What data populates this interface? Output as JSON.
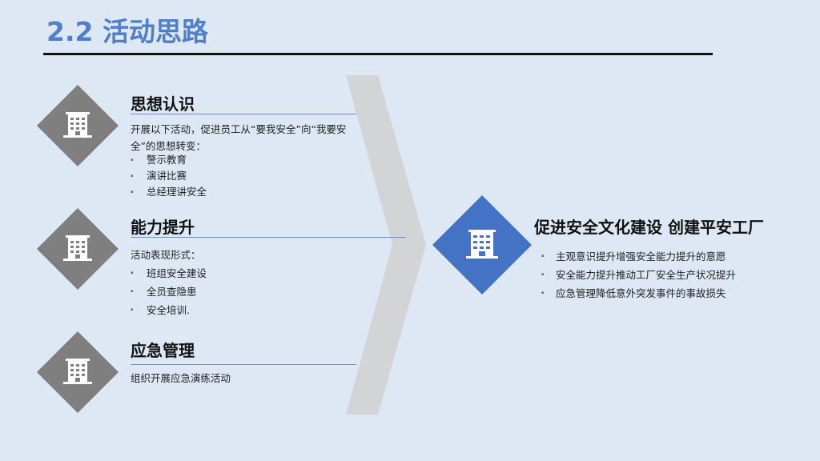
{
  "slide": {
    "title": "2.2 活动思路",
    "colors": {
      "background": "#dde8f4",
      "accent_blue": "#4472c4",
      "title_blue": "#4f7fc8",
      "gray_diamond": "#7f7f7f",
      "chevron": "#d2d4d6"
    }
  },
  "groups": [
    {
      "title": "思想认识",
      "icon": "building-icon",
      "description": "开展以下活动，促进员工从“要我安全”向“我要安全”的思想转变：",
      "bullets": [
        "警示教育",
        "演讲比赛",
        "总经理讲安全"
      ]
    },
    {
      "title": "能力提升",
      "icon": "building-icon",
      "description": "活动表现形式：",
      "bullets": [
        "班组安全建设",
        "全员查隐患",
        "安全培训."
      ]
    },
    {
      "title": "应急管理",
      "icon": "building-icon",
      "description": "组织开展应急演练活动",
      "bullets": []
    }
  ],
  "goal": {
    "title": "促进安全文化建设 创建平安工厂",
    "icon": "building-icon",
    "bullets": [
      "主观意识提升增强安全能力提升的意愿",
      "安全能力提升推动工厂安全生产状况提升",
      "应急管理降低意外突发事件的事故损失"
    ]
  }
}
